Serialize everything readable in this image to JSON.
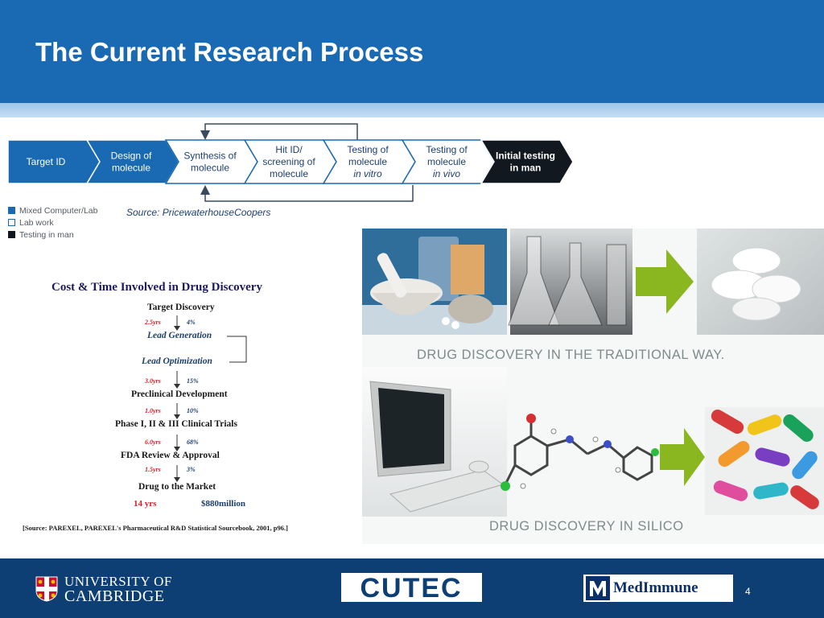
{
  "slide": {
    "title": "The Current Research Process",
    "page_number": "4"
  },
  "process": {
    "steps": [
      {
        "label_lines": [
          "Target ID"
        ],
        "category": "mixed"
      },
      {
        "label_lines": [
          "Design of",
          "molecule"
        ],
        "category": "mixed"
      },
      {
        "label_lines": [
          "Synthesis of",
          "molecule"
        ],
        "category": "lab"
      },
      {
        "label_lines": [
          "Hit ID/",
          "screening of",
          "molecule"
        ],
        "category": "lab"
      },
      {
        "label_lines": [
          "Testing of",
          "molecule",
          "in vitro"
        ],
        "category": "lab"
      },
      {
        "label_lines": [
          "Testing of",
          "molecule",
          "in vivo"
        ],
        "category": "lab"
      },
      {
        "label_lines": [
          "Initial testing",
          "in man"
        ],
        "category": "man"
      }
    ],
    "legend": [
      {
        "label": "Mixed Computer/Lab",
        "color": "#1a6ab3",
        "filled": true
      },
      {
        "label": "Lab work",
        "color": "#ffffff",
        "filled": false
      },
      {
        "label": "Testing in man",
        "color": "#12181f",
        "filled": true
      }
    ],
    "source": "Source: PricewaterhouseCoopers"
  },
  "cost_time": {
    "title": "Cost & Time Involved in Drug Discovery",
    "stages": {
      "target_discovery": "Target Discovery",
      "lead_generation": "Lead Generation",
      "lead_optimization": "Lead Optimization",
      "preclinical": "Preclinical Development",
      "clinical_trials": "Phase I, II & III Clinical Trials",
      "fda_review": "FDA Review & Approval",
      "market": "Drug to the Market"
    },
    "intervals": [
      {
        "years": "2.5yrs",
        "percent": "4%"
      },
      {
        "years": "3.0yrs",
        "percent": "15%"
      },
      {
        "years": "1.0yrs",
        "percent": "10%"
      },
      {
        "years": "6.0yrs",
        "percent": "68%"
      },
      {
        "years": "1.5yrs",
        "percent": "3%"
      }
    ],
    "total_years": "14 yrs",
    "total_cost": "$880million",
    "source": "[Source: PAREXEL, PAREXEL's Pharmaceutical R&D Statistical Sourcebook, 2001, p96.]"
  },
  "collage": {
    "caption_traditional": "DRUG DISCOVERY IN THE TRADITIONAL WAY.",
    "caption_silico": "DRUG DISCOVERY IN SILICO"
  },
  "footer": {
    "cambridge_line1": "UNIVERSITY OF",
    "cambridge_line2": "CAMBRIDGE",
    "cutec_logo_text": "CUTEC",
    "medimmune_text": "MedImmune"
  },
  "colors": {
    "header_blue": "#1a6ab3",
    "footer_navy": "#0d3f75",
    "arrow_green": "#8ab61f"
  }
}
